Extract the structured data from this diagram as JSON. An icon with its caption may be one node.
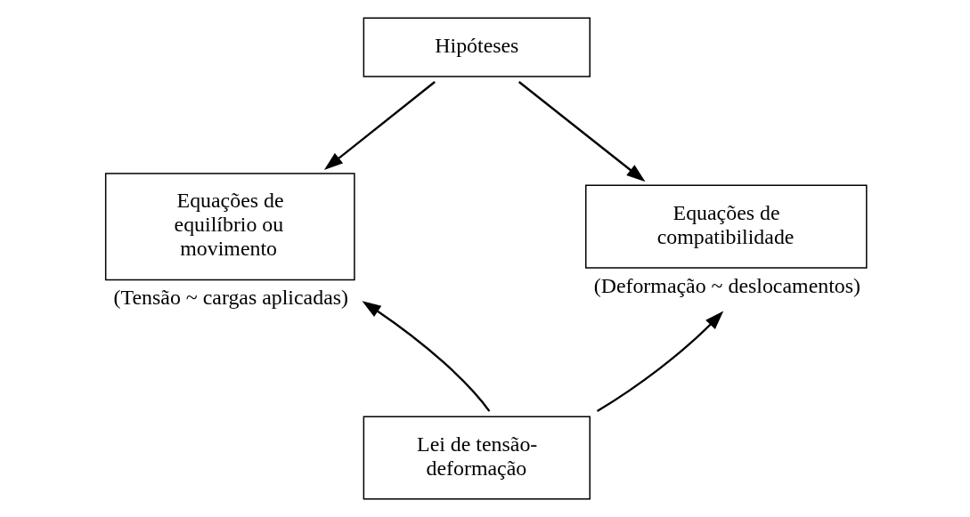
{
  "diagram": {
    "nodes": [
      {
        "text": [
          "Hipóteses"
        ]
      },
      {
        "text": [
          "Equações de equilíbrio ou movimento"
        ],
        "beside": [
          "(Tensão ~ cargas aplicadas)"
        ]
      },
      {
        "text": [
          "Equações de compatibilidade"
        ],
        "beside": [
          "(Deformação ~ deslocamentos)"
        ]
      },
      {
        "text": [
          "Lei de tensão-deformação"
        ]
      }
    ],
    "edges": [
      {
        "from": 0,
        "to": 1,
        "arrow": "to"
      },
      {
        "from": 0,
        "to": 2,
        "arrow": "to"
      },
      {
        "from": 3,
        "to": 1,
        "arrow": "to"
      },
      {
        "from": 3,
        "to": 2,
        "arrow": "to"
      }
    ]
  }
}
